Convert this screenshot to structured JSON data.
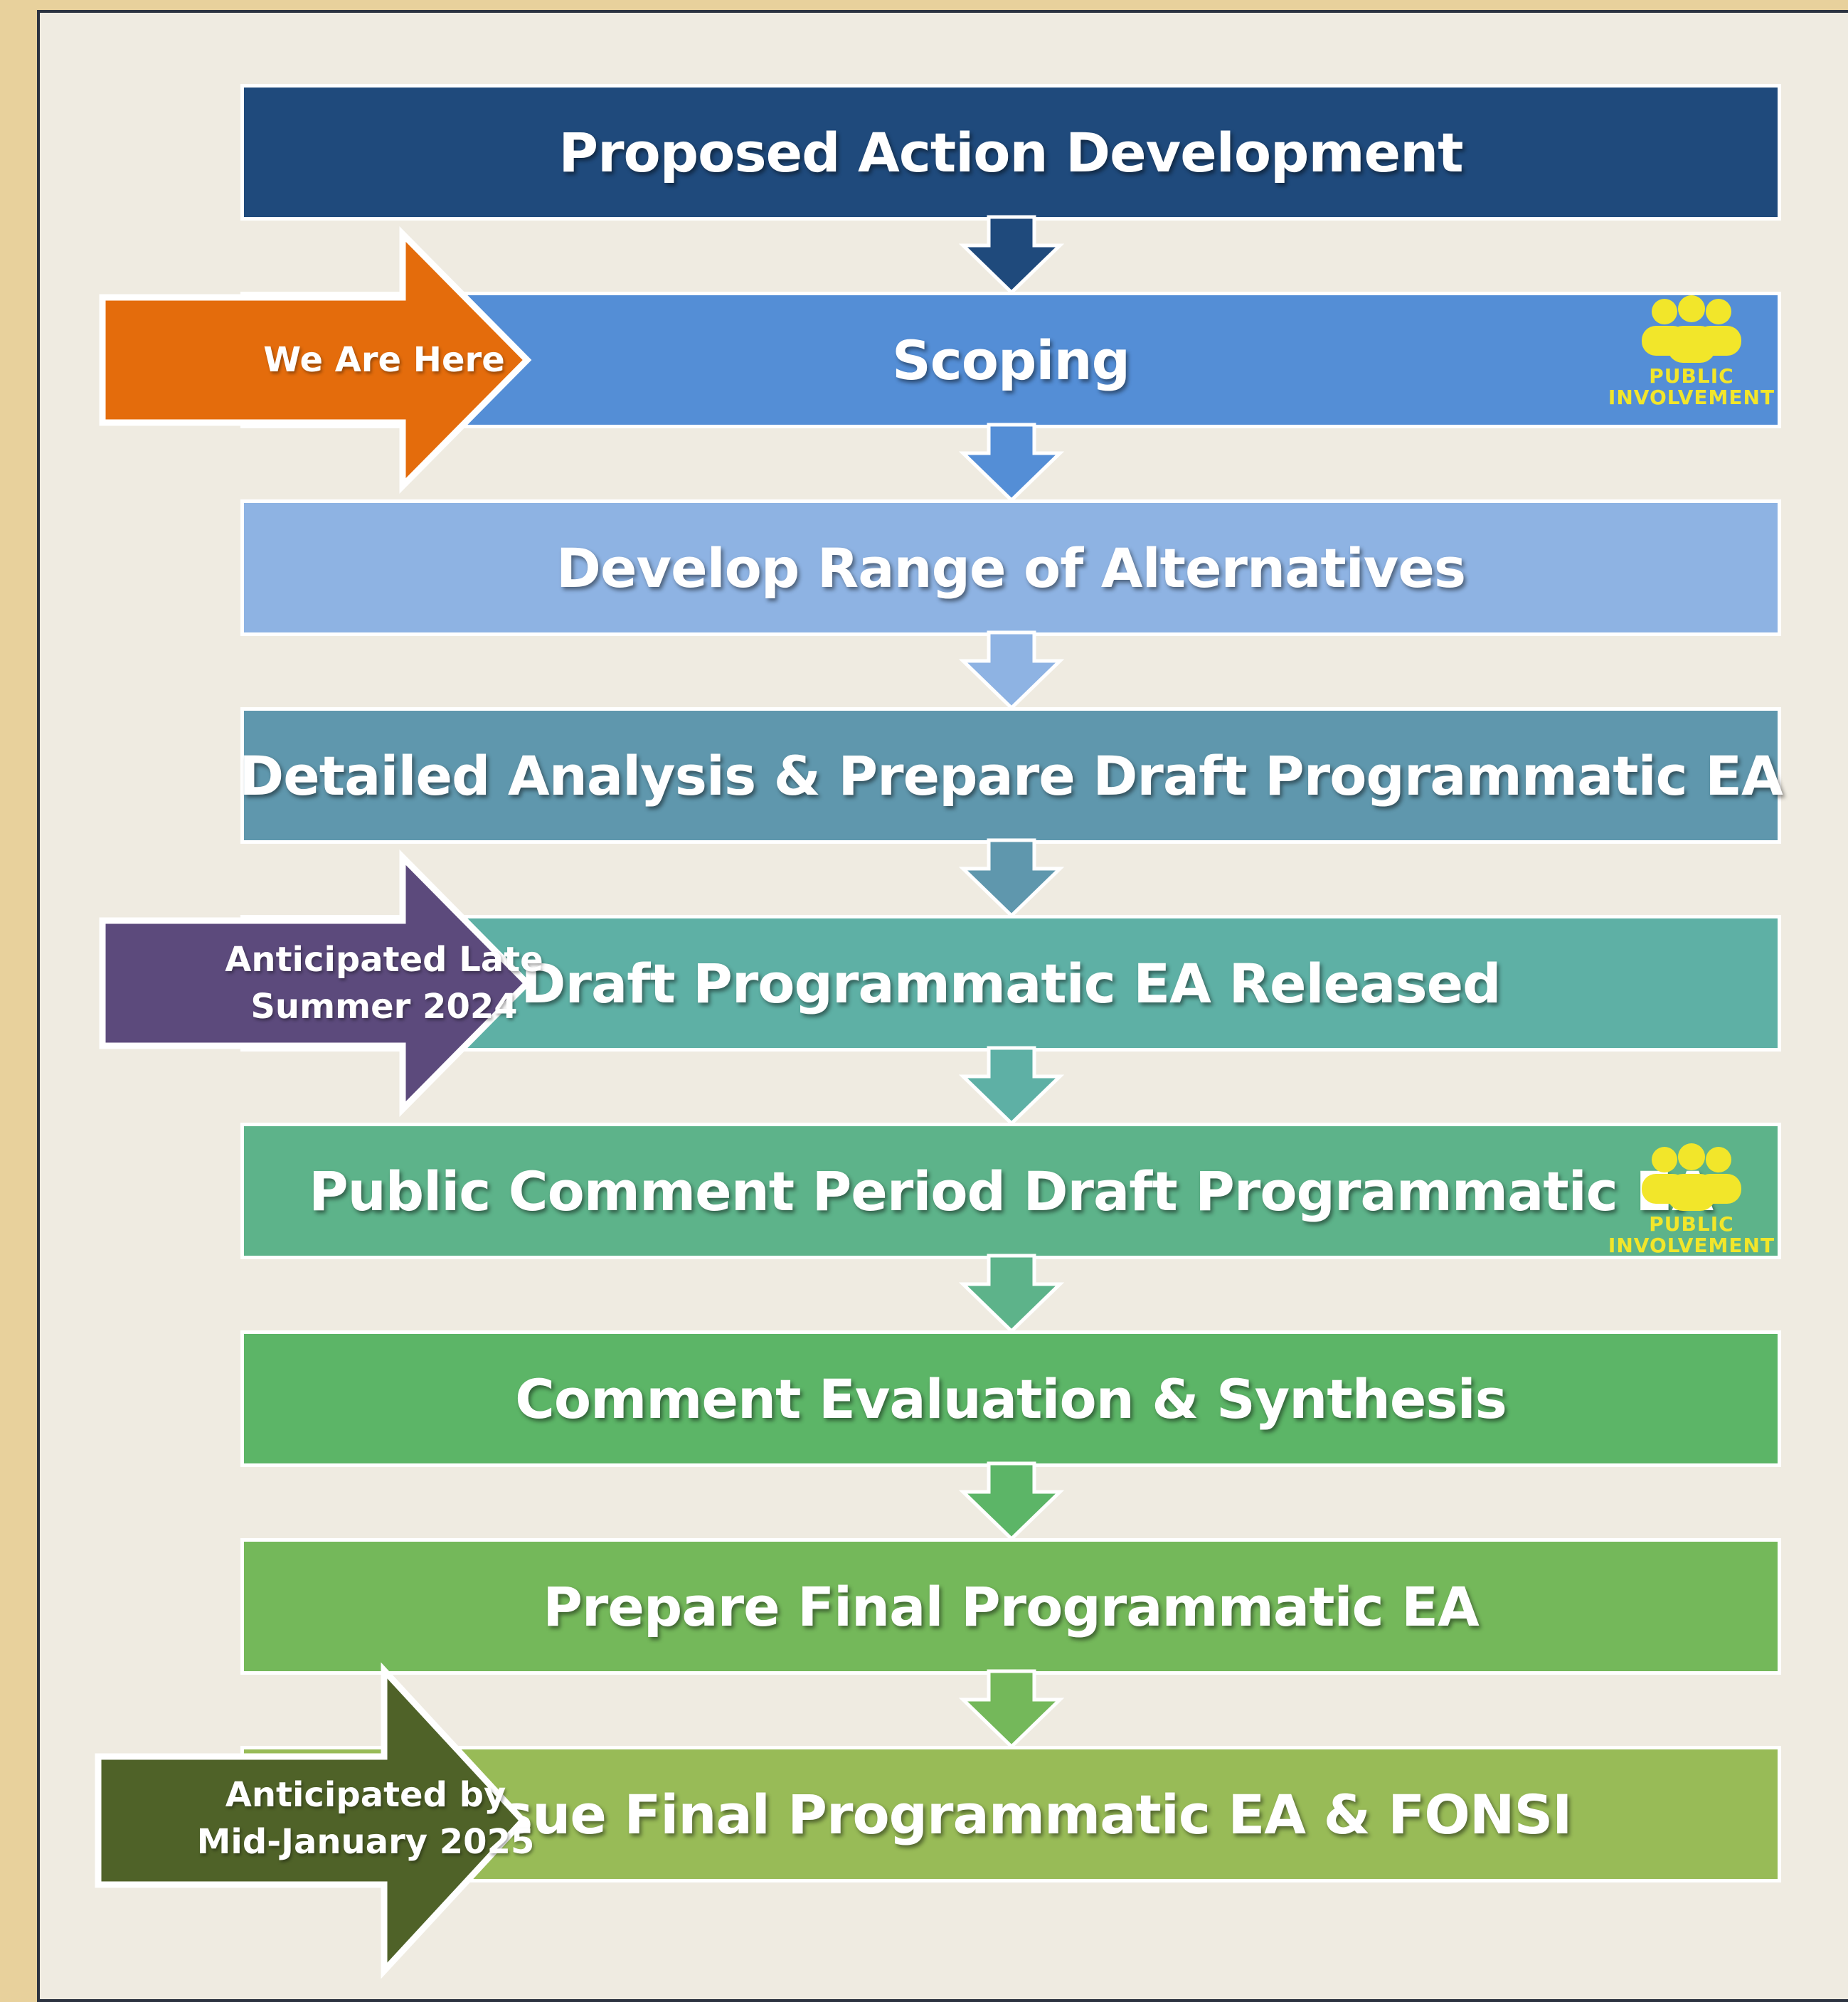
{
  "steps": [
    {
      "label": "Proposed Action Development",
      "color": "#1f4a7c"
    },
    {
      "label": "Scoping",
      "color": "#548ed6"
    },
    {
      "label": "Develop Range of Alternatives",
      "color": "#8eb3e3"
    },
    {
      "label": "Detailed Analysis & Prepare Draft Programmatic EA",
      "color": "#5f97ad"
    },
    {
      "label": "Draft Programmatic EA Released",
      "color": "#5eb0a5"
    },
    {
      "label": "Public Comment Period Draft Programmatic EA",
      "color": "#5db38a"
    },
    {
      "label": "Comment Evaluation & Synthesis",
      "color": "#5cb567"
    },
    {
      "label": "Prepare Final Programmatic EA",
      "color": "#74b85a"
    },
    {
      "label": "Issue Final Programmatic EA & FONSI",
      "color": "#98bb57"
    }
  ],
  "callouts": [
    {
      "label": "We Are Here",
      "color": "#e46c0c",
      "step_index": 1
    },
    {
      "label": "Anticipated Late Summer 2024",
      "color": "#5c4a7c",
      "step_index": 4
    },
    {
      "label": "Anticipated by Mid-January 2025",
      "color": "#4f6228",
      "step_index": 8
    }
  ],
  "public_involvement": {
    "line1": "PUBLIC",
    "line2": "INVOLVEMENT",
    "icon": "people-group-icon",
    "color": "#f2e62a",
    "step_indices": [
      1,
      5
    ]
  }
}
